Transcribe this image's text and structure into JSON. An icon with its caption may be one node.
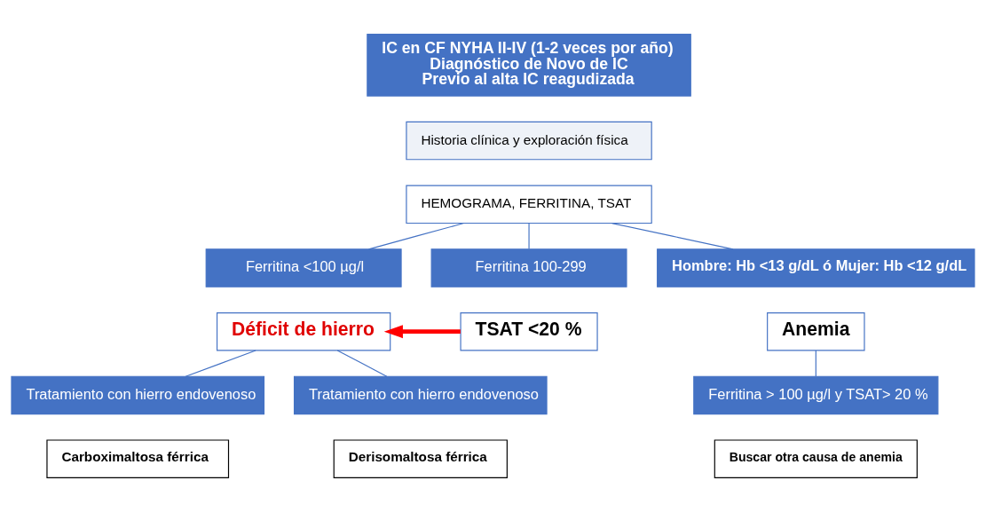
{
  "diagram": {
    "nodes": [
      {
        "text": [
          "IC en CF NYHA II-IV (1-2 veces por año)",
          "Diagnóstico de Novo de IC",
          "Previo al alta IC reagudizada"
        ]
      },
      {
        "text": [
          "Historia clínica y exploración física"
        ]
      },
      {
        "text": [
          "HEMOGRAMA, FERRITINA, TSAT"
        ]
      },
      {
        "text": [
          "Ferritina <100 µg/l"
        ]
      },
      {
        "text": [
          "Déficit de hierro"
        ]
      },
      {
        "text": [
          "Ferritina 100-299"
        ]
      },
      {
        "text": [
          "TSAT <20 %"
        ]
      },
      {
        "text": [
          "Hombre: Hb <13 g/dL ó Mujer: Hb <12 g/dL"
        ]
      },
      {
        "text": [
          "Anemia"
        ]
      },
      {
        "text": [
          "Tratamiento con hierro endovenoso"
        ]
      },
      {
        "text": [
          "Carboximaltosa férrica"
        ]
      },
      {
        "text": [
          "Tratamiento con hierro endovenoso"
        ]
      },
      {
        "text": [
          "Derisomaltosa férrica"
        ]
      },
      {
        "text": [
          "Ferritina > 100 µg/l y TSAT> 20 %"
        ]
      },
      {
        "text": [
          "Buscar otra causa de anemia"
        ]
      }
    ],
    "edges": [
      {
        "from": 2,
        "to": 3,
        "arrow": "none"
      },
      {
        "from": 2,
        "to": 5,
        "arrow": "none"
      },
      {
        "from": 2,
        "to": 7,
        "arrow": "none"
      },
      {
        "from": 6,
        "to": 4,
        "arrow": "to",
        "style": "thick",
        "color": "#ff0000"
      },
      {
        "from": 4,
        "to": 9,
        "arrow": "none"
      },
      {
        "from": 4,
        "to": 11,
        "arrow": "none"
      },
      {
        "from": 8,
        "to": 13,
        "arrow": "none"
      }
    ]
  }
}
